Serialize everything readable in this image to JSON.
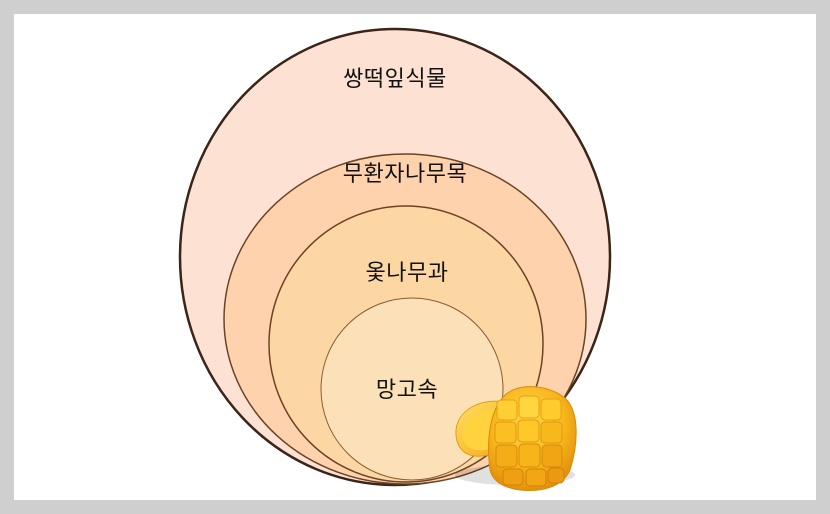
{
  "diagram": {
    "levels": [
      {
        "label": "쌍떡잎식물",
        "fill": "#fde2d4",
        "stroke": "#3b2418"
      },
      {
        "label": "무환자나무목",
        "fill": "#fdd2ad",
        "stroke": "#6b4424"
      },
      {
        "label": "옻나무과",
        "fill": "#fcd7a4",
        "stroke": "#6b4424"
      },
      {
        "label": "망고속",
        "fill": "#fce1b8",
        "stroke": "#8a5a30"
      }
    ],
    "illustration": "mango-cubes-image"
  }
}
